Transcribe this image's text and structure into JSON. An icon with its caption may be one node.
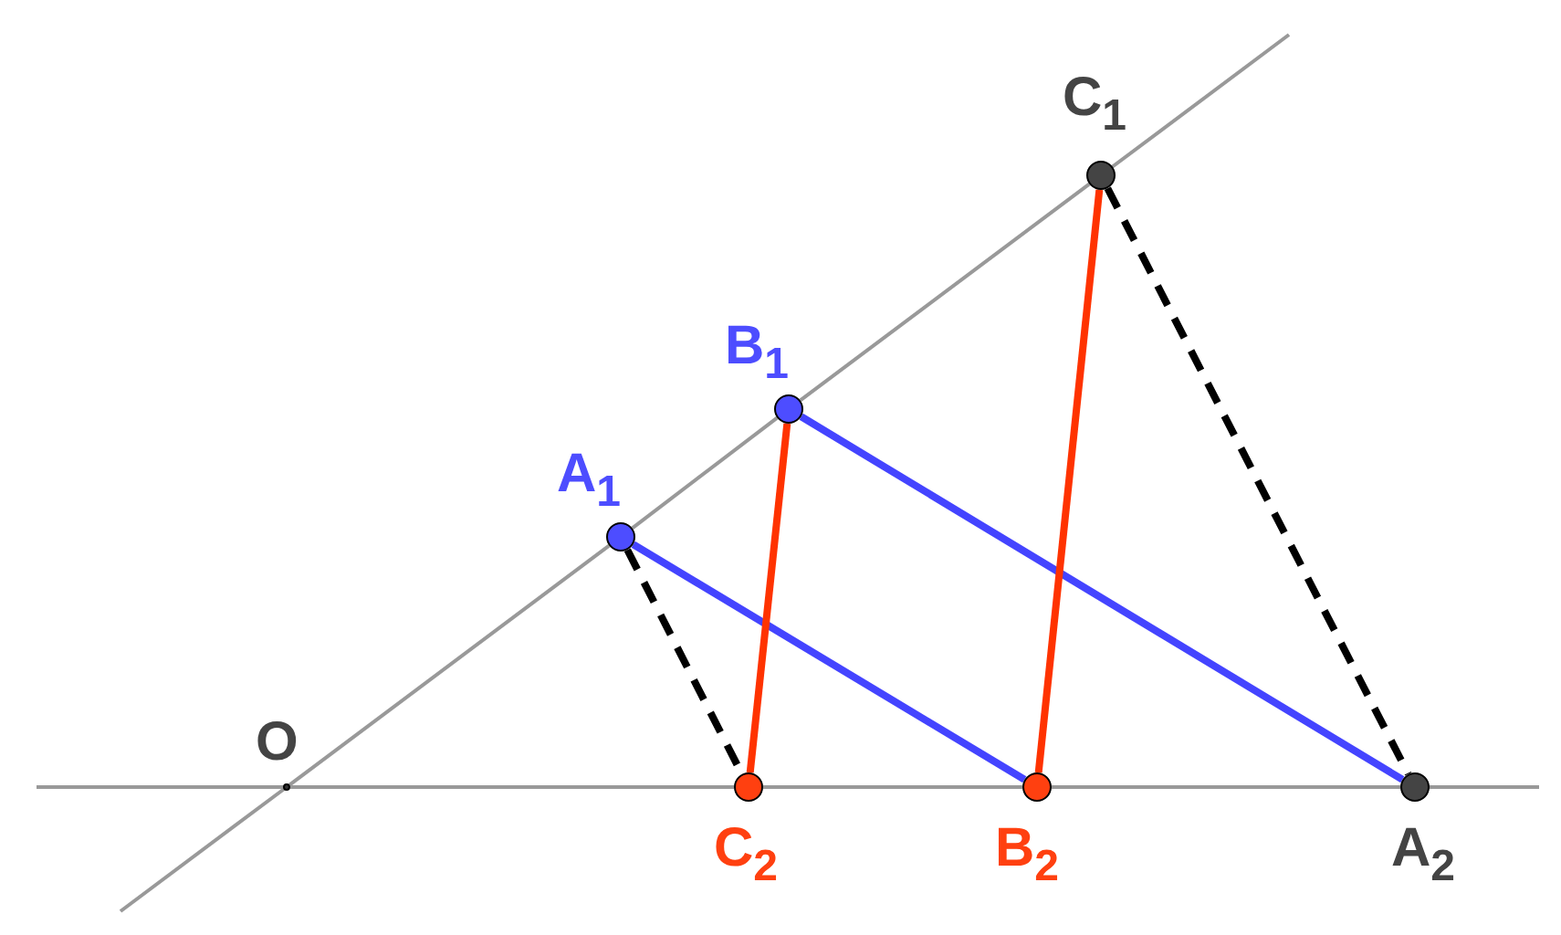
{
  "diagram": {
    "nodes": [
      {
        "text": [
          "O"
        ]
      },
      {
        "text": [
          "A$_{1}$"
        ]
      },
      {
        "text": [
          "B$_{1}$"
        ]
      },
      {
        "text": [
          "C$_{1}$"
        ]
      },
      {
        "text": [
          "C$_{2}$"
        ]
      },
      {
        "text": [
          "B$_{2}$"
        ]
      },
      {
        "text": [
          "A$_{2}$"
        ]
      }
    ],
    "edges": [
      {
        "from": 0,
        "to": 1,
        "arrow": "none"
      },
      {
        "from": 1,
        "to": 2,
        "arrow": "none"
      },
      {
        "from": 2,
        "to": 3,
        "arrow": "none"
      },
      {
        "from": 0,
        "to": 4,
        "arrow": "none"
      },
      {
        "from": 4,
        "to": 5,
        "arrow": "none"
      },
      {
        "from": 5,
        "to": 6,
        "arrow": "none"
      },
      {
        "from": 1,
        "to": 5,
        "arrow": "none",
        "style": "thick",
        "color": "#4444ff"
      },
      {
        "from": 2,
        "to": 6,
        "arrow": "none",
        "style": "thick",
        "color": "#4444ff"
      },
      {
        "from": 2,
        "to": 4,
        "arrow": "none",
        "style": "thick",
        "color": "#ff3300"
      },
      {
        "from": 3,
        "to": 5,
        "arrow": "none",
        "style": "thick",
        "color": "#ff3300"
      },
      {
        "from": 1,
        "to": 4,
        "arrow": "none",
        "style": "dashed",
        "color": "#000000"
      },
      {
        "from": 3,
        "to": 6,
        "arrow": "none",
        "style": "dashed",
        "color": "#000000"
      }
    ]
  }
}
